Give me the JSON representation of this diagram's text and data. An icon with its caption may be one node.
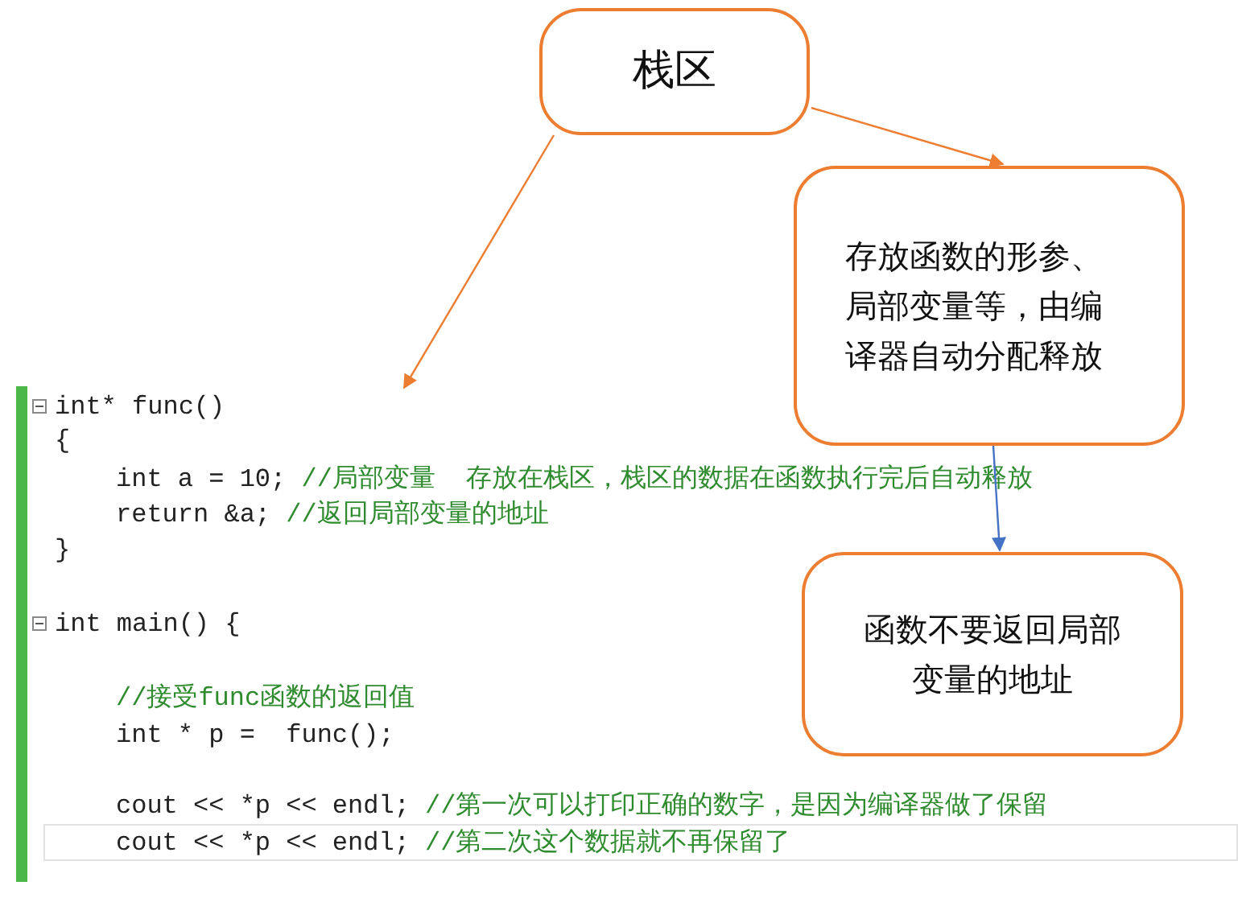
{
  "diagram": {
    "nodes": [
      {
        "text": [
          "栈区"
        ]
      },
      {
        "text": [
          "存放函数的形参、局部变量等，由编译器自动分配释放"
        ]
      },
      {
        "text": [
          "函数不要返回局部变量的地址"
        ],
        "in": 3
      },
      {
        "text": [
          "int* func()",
          "{",
          "int a = 10; //局部变量  存放在栈区，栈区的数据在函数执行完后自动释放",
          "return &a; //返回局部变量的地址",
          "}",
          "int main() {",
          "//接受func函数的返回值",
          "int * p =  func();",
          "cout << *p << endl; //第一次可以打印正确的数字，是因为编译器做了保留",
          "cout << *p << endl; //第二次这个数据就不再保留了"
        ]
      }
    ],
    "edges": [
      {
        "from": 0,
        "to": 3,
        "arrow": "to"
      },
      {
        "from": 0,
        "to": 1,
        "arrow": "to"
      },
      {
        "from": 1,
        "to": 2,
        "arrow": "to",
        "color": "#4472c4"
      }
    ]
  }
}
